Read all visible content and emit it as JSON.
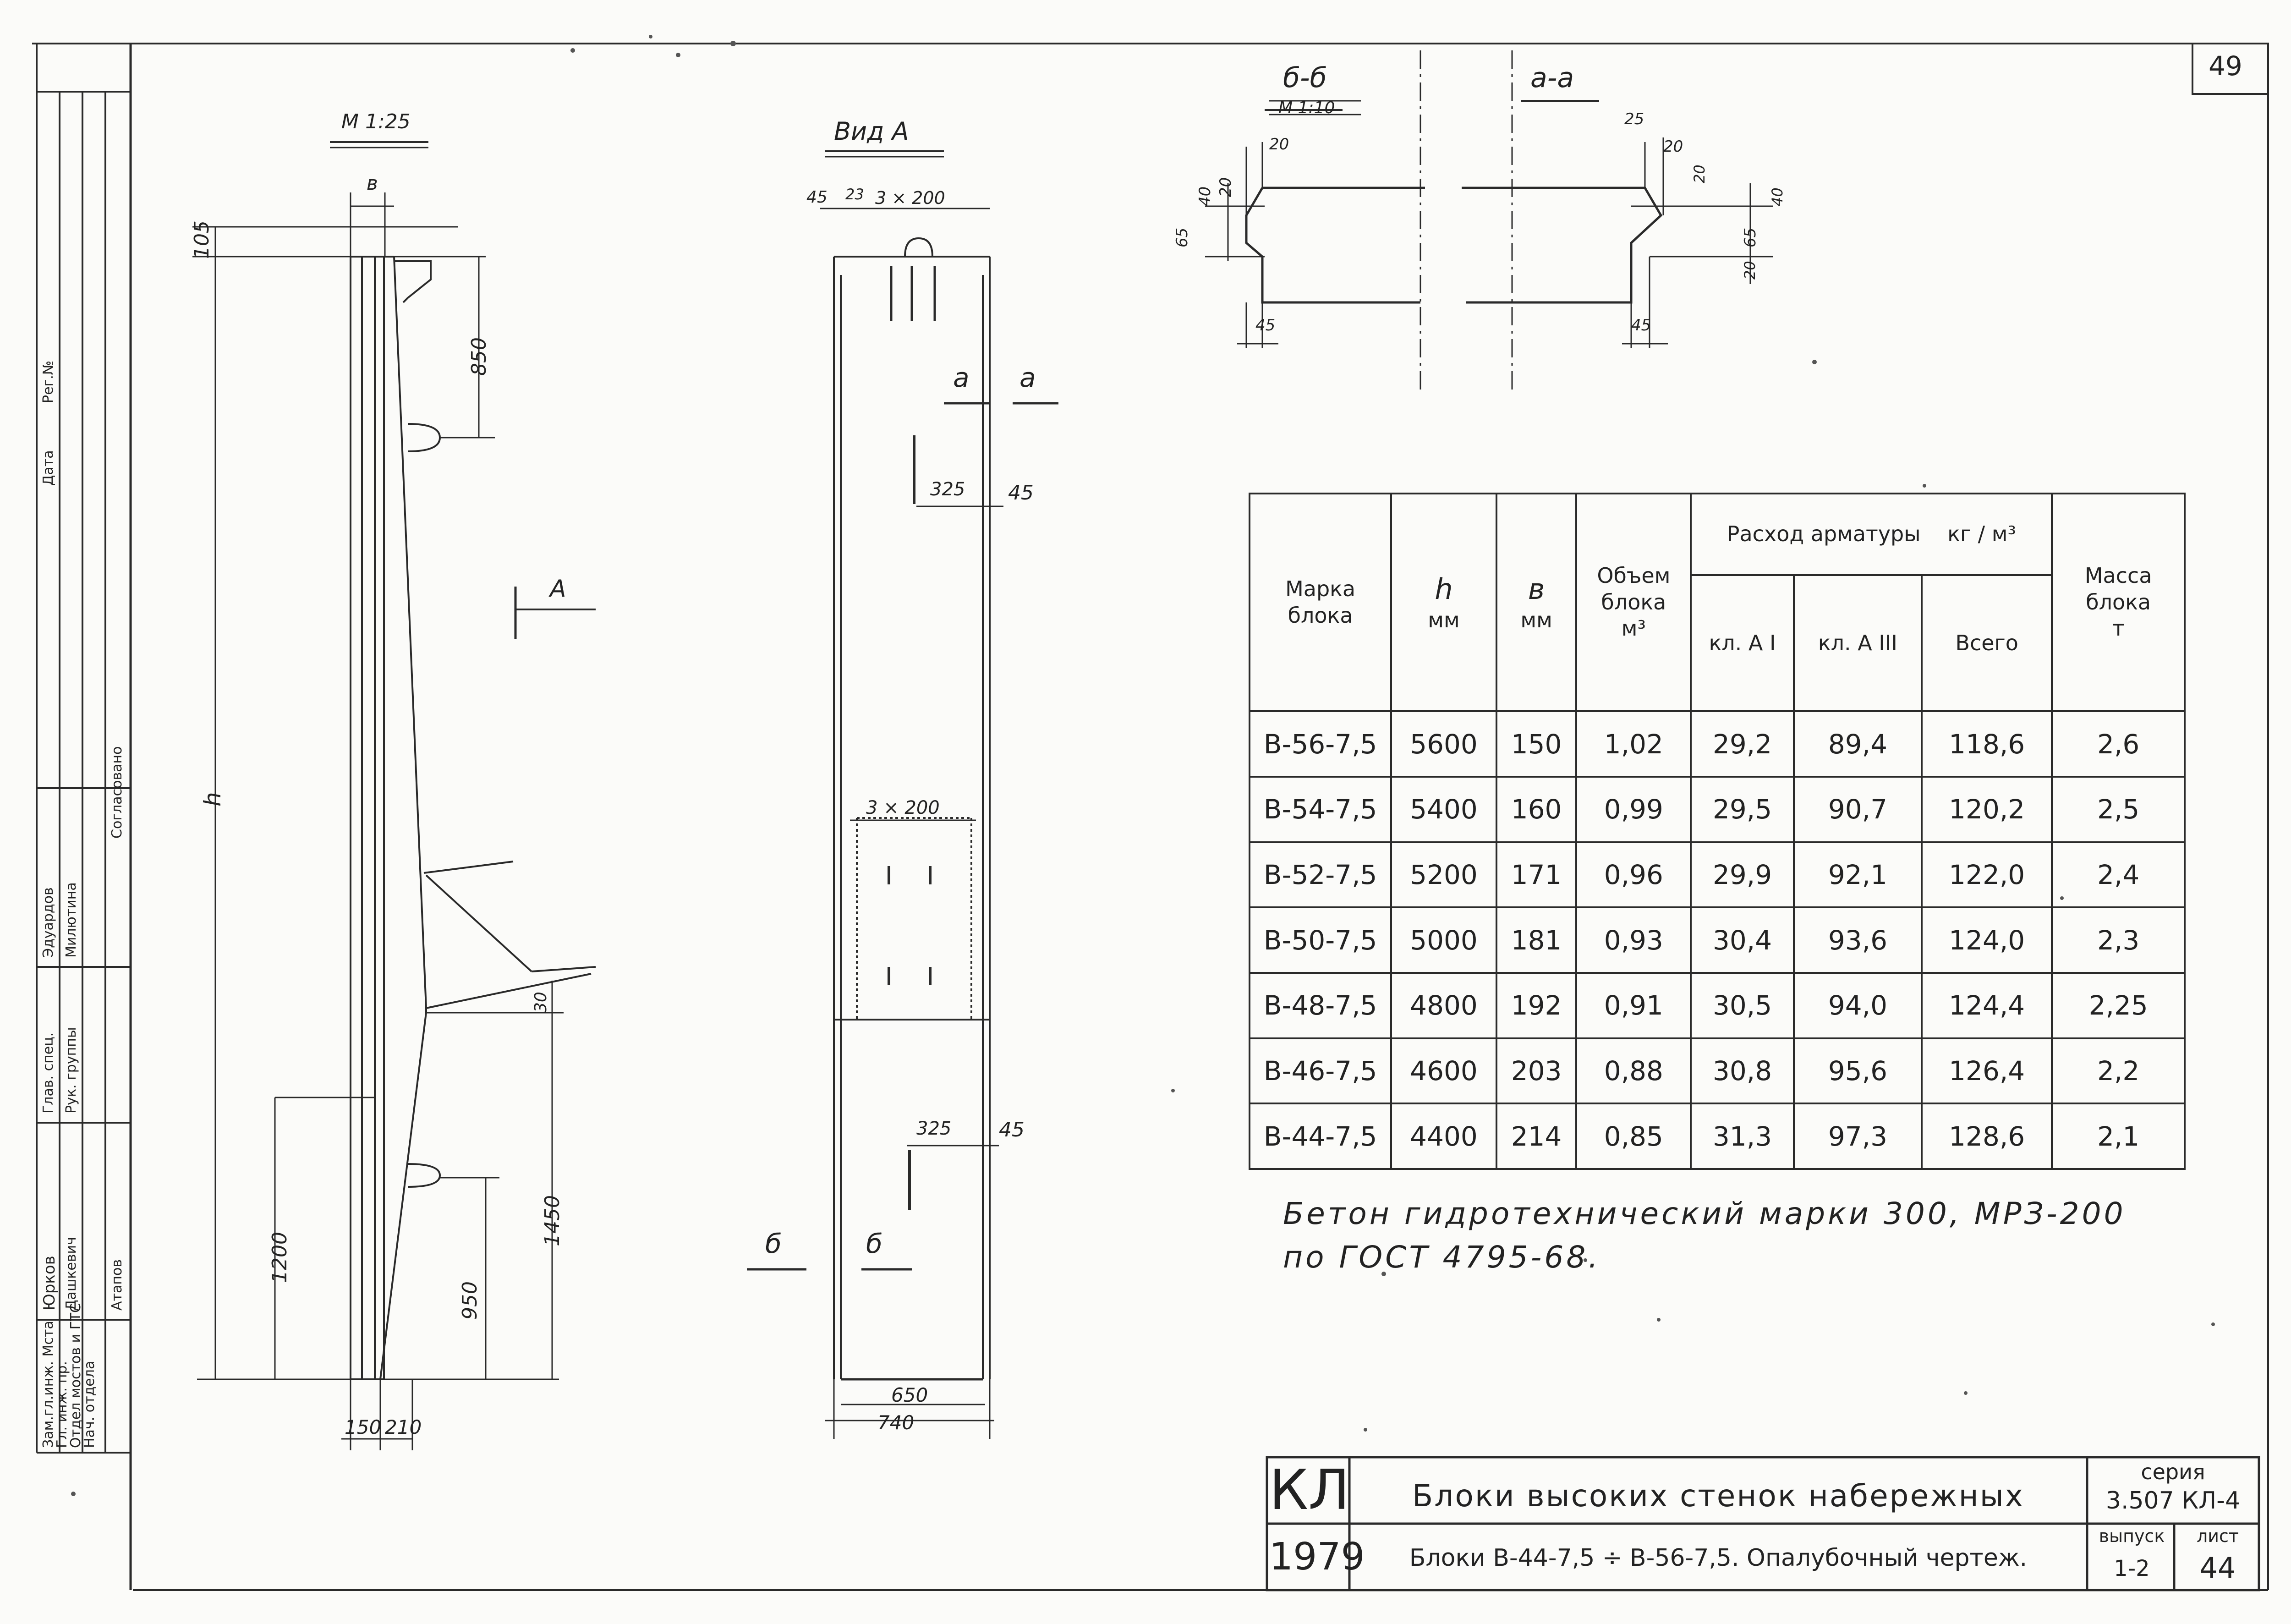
{
  "sheet": {
    "page_number": "49"
  },
  "scales": {
    "main": "М 1:25",
    "section_b": "М 1:10"
  },
  "views": {
    "view_a": "Вид А",
    "section_b": "б-б",
    "section_a": "а-а"
  },
  "cut_marks": {
    "a": "а",
    "b": "б",
    "A": "А",
    "h": "h"
  },
  "dimensions": {
    "b": "в",
    "d105": "105",
    "d850": "850",
    "d1200": "1200",
    "d1450": "1450",
    "d950": "950",
    "d150": "150",
    "d210": "210",
    "d45": "45",
    "d23": "23",
    "d3x200": "3 × 200",
    "d325": "325",
    "d650": "650",
    "d740": "740",
    "d20": "20",
    "d40": "40",
    "d65": "65",
    "d25": "25",
    "d30": "30"
  },
  "table": {
    "headers": {
      "mark": "Марка блока",
      "h": "h",
      "h_unit": "мм",
      "b": "в",
      "b_unit": "мм",
      "volume": "Объем блока",
      "volume_unit": "м³",
      "rebar": "Расход арматуры",
      "rebar_unit": "кг / м³",
      "a1": "кл. А I",
      "a3": "кл. А III",
      "total": "Всего",
      "mass": "Масса блока",
      "mass_unit": "т"
    },
    "rows": [
      {
        "mark": "В-56-7,5",
        "h": "5600",
        "b": "150",
        "volume": "1,02",
        "a1": "29,2",
        "a3": "89,4",
        "total": "118,6",
        "mass": "2,6"
      },
      {
        "mark": "В-54-7,5",
        "h": "5400",
        "b": "160",
        "volume": "0,99",
        "a1": "29,5",
        "a3": "90,7",
        "total": "120,2",
        "mass": "2,5"
      },
      {
        "mark": "В-52-7,5",
        "h": "5200",
        "b": "171",
        "volume": "0,96",
        "a1": "29,9",
        "a3": "92,1",
        "total": "122,0",
        "mass": "2,4"
      },
      {
        "mark": "В-50-7,5",
        "h": "5000",
        "b": "181",
        "volume": "0,93",
        "a1": "30,4",
        "a3": "93,6",
        "total": "124,0",
        "mass": "2,3"
      },
      {
        "mark": "В-48-7,5",
        "h": "4800",
        "b": "192",
        "volume": "0,91",
        "a1": "30,5",
        "a3": "94,0",
        "total": "124,4",
        "mass": "2,25"
      },
      {
        "mark": "В-46-7,5",
        "h": "4600",
        "b": "203",
        "volume": "0,88",
        "a1": "30,8",
        "a3": "95,6",
        "total": "126,4",
        "mass": "2,2"
      },
      {
        "mark": "В-44-7,5",
        "h": "4400",
        "b": "214",
        "volume": "0,85",
        "a1": "31,3",
        "a3": "97,3",
        "total": "128,6",
        "mass": "2,1"
      }
    ]
  },
  "note": {
    "line1": "Бетон гидротехнический марки 300, МРЗ-200",
    "line2": "по ГОСТ 4795-68."
  },
  "title_block": {
    "org": "КЛ",
    "year": "1979",
    "title": "Блоки высоких стенок набережных",
    "subtitle": "Блоки В-44-7,5 ÷ В-56-7,5. Опалубочный чертеж.",
    "series_label": "серия",
    "series_value": "3.507 КЛ-4",
    "issue_label": "выпуск",
    "issue_value": "1-2",
    "sheet_label": "лист",
    "sheet_value": "44"
  },
  "stamp": {
    "col1": [
      "Зам.гл.инж. Мста",
      "Гл. инж. пр.",
      "Отдел мостов и ГТС",
      "Нач. отдела"
    ],
    "col2": [
      "Юрков",
      "Дашкевич",
      "Атапов"
    ],
    "col3": [
      "Глав. спец.",
      "Рук. группы"
    ],
    "col4": [
      "Эдуардов",
      "Милютина"
    ],
    "col5": [
      "Дата",
      "Рег.№",
      "Согласовано"
    ]
  }
}
